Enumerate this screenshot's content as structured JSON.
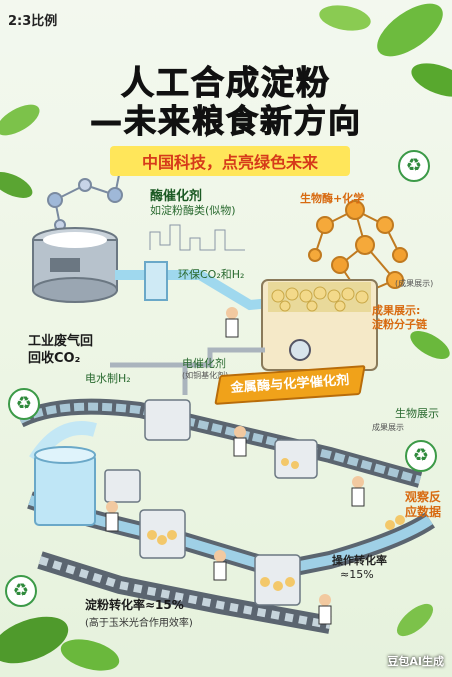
{
  "ratio_label": "2:3比例",
  "title_line1": "人工合成淀粉",
  "title_line2": "—未来粮食新方向",
  "subtitle": "中国科技，点亮绿色未来",
  "labels": {
    "enzyme_catalyst": "酶催化剂",
    "enzyme_catalyst_sub": "如淀粉酶类(似物)",
    "eco_gas": "环保CO₂和H₂",
    "bio_chem": "生物酶+化学",
    "bio_chem_note": "(成果展示)",
    "result_show": "成果展示:",
    "result_molecule": "淀粉分子链",
    "waste_gas_line1": "工业废气回",
    "waste_gas_line2": "回收CO₂",
    "electro_h2": "电水制H₂",
    "electro_catalyst": "电催化剂",
    "electro_catalyst_sub": "(如铜基化剂)",
    "banner": "金属酶与化学催化剂",
    "bio_show": "生物展示",
    "bio_show_sub": "成果展示",
    "observe_line1": "观察反",
    "observe_line2": "应数据",
    "op_rate_line1": "操作转化率",
    "op_rate_line2": "≈15%",
    "starch_rate": "淀粉转化率≈15%",
    "starch_rate_sub": "(高于玉米光合作用效率)",
    "watermark": "豆包AI生成"
  },
  "icons": [
    "recycle-icon",
    "leaf-icon",
    "molecule-icon",
    "scientist-icon",
    "tank-icon"
  ],
  "colors": {
    "accent_yellow": "#ffe65a",
    "accent_red": "#d63a1a",
    "leaf_green": "#4aa53a",
    "pipe_blue": "#9fd8ee",
    "banner_orange": "#f0a21a"
  }
}
